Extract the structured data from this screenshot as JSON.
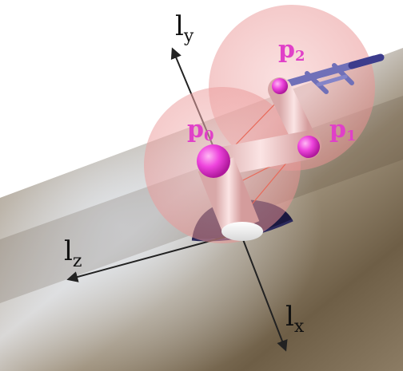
{
  "axes": {
    "y": {
      "label": "l",
      "subscript": "y"
    },
    "z": {
      "label": "l",
      "subscript": "z"
    },
    "x": {
      "label": "l",
      "subscript": "x"
    }
  },
  "points": {
    "p0": {
      "label": "p",
      "subscript": "0"
    },
    "p1": {
      "label": "p",
      "subscript": "1"
    },
    "p2": {
      "label": "p",
      "subscript": "2"
    }
  },
  "colors": {
    "point_label": "#e040c8",
    "joint_sphere": "#ee44dd",
    "reach_sphere": "#f0a0a8",
    "arm_link": "#f2c8c8",
    "end_effector": "#7070b8",
    "base_disk": "#1a1840",
    "surface_dark": "#6a5a44",
    "surface_light": "#c8c4c0",
    "axis_line": "#222222"
  }
}
